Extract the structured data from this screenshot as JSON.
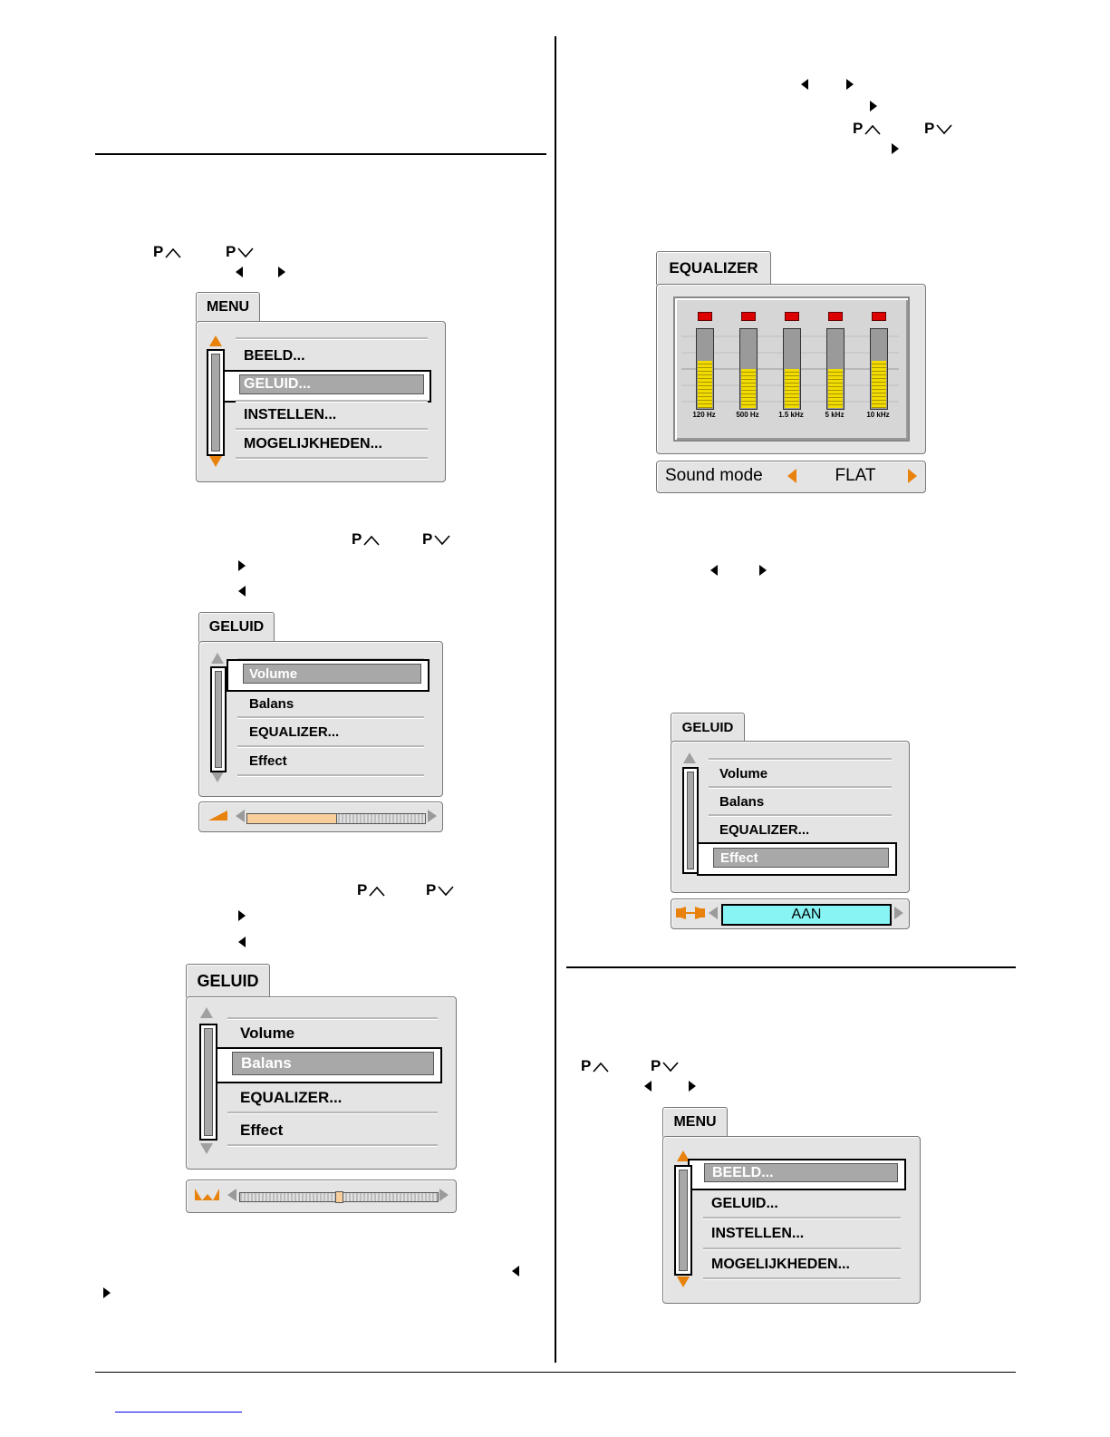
{
  "keys": {
    "p_up": "P",
    "p_down": "P"
  },
  "menu1": {
    "tab": "MENU",
    "items": [
      "BEELD...",
      "GELUID...",
      "INSTELLEN...",
      "MOGELIJKHEDEN..."
    ],
    "selected": "GELUID..."
  },
  "geluid_volume": {
    "tab": "GELUID",
    "items": [
      "Volume",
      "Balans",
      "EQUALIZER...",
      "Effect"
    ],
    "selected": "Volume",
    "level": 0.5
  },
  "geluid_balans": {
    "tab": "GELUID",
    "items": [
      "Volume",
      "Balans",
      "EQUALIZER...",
      "Effect"
    ],
    "selected": "Balans",
    "level": 0.5
  },
  "equalizer": {
    "tab": "EQUALIZER",
    "bands": [
      {
        "label": "120 Hz",
        "level": 0.6
      },
      {
        "label": "500 Hz",
        "level": 0.5
      },
      {
        "label": "1.5 kHz",
        "level": 0.5
      },
      {
        "label": "5 kHz",
        "level": 0.5
      },
      {
        "label": "10 kHz",
        "level": 0.6
      }
    ],
    "sound_mode_label": "Sound mode",
    "sound_mode_value": "FLAT"
  },
  "geluid_effect": {
    "tab": "GELUID",
    "items": [
      "Volume",
      "Balans",
      "EQUALIZER...",
      "Effect"
    ],
    "selected": "Effect",
    "value": "AAN"
  },
  "menu2": {
    "tab": "MENU",
    "items": [
      "BEELD...",
      "GELUID...",
      "INSTELLEN...",
      "MOGELIJKHEDEN..."
    ],
    "selected": "BEELD..."
  },
  "colors": {
    "accent": "#e8820c",
    "highlight": "#a8a8a8",
    "panel": "#e4e4e4",
    "effect_value_bg": "#88f4f4",
    "eq_fill": "#f2dc00",
    "eq_led": "#dd0000"
  }
}
